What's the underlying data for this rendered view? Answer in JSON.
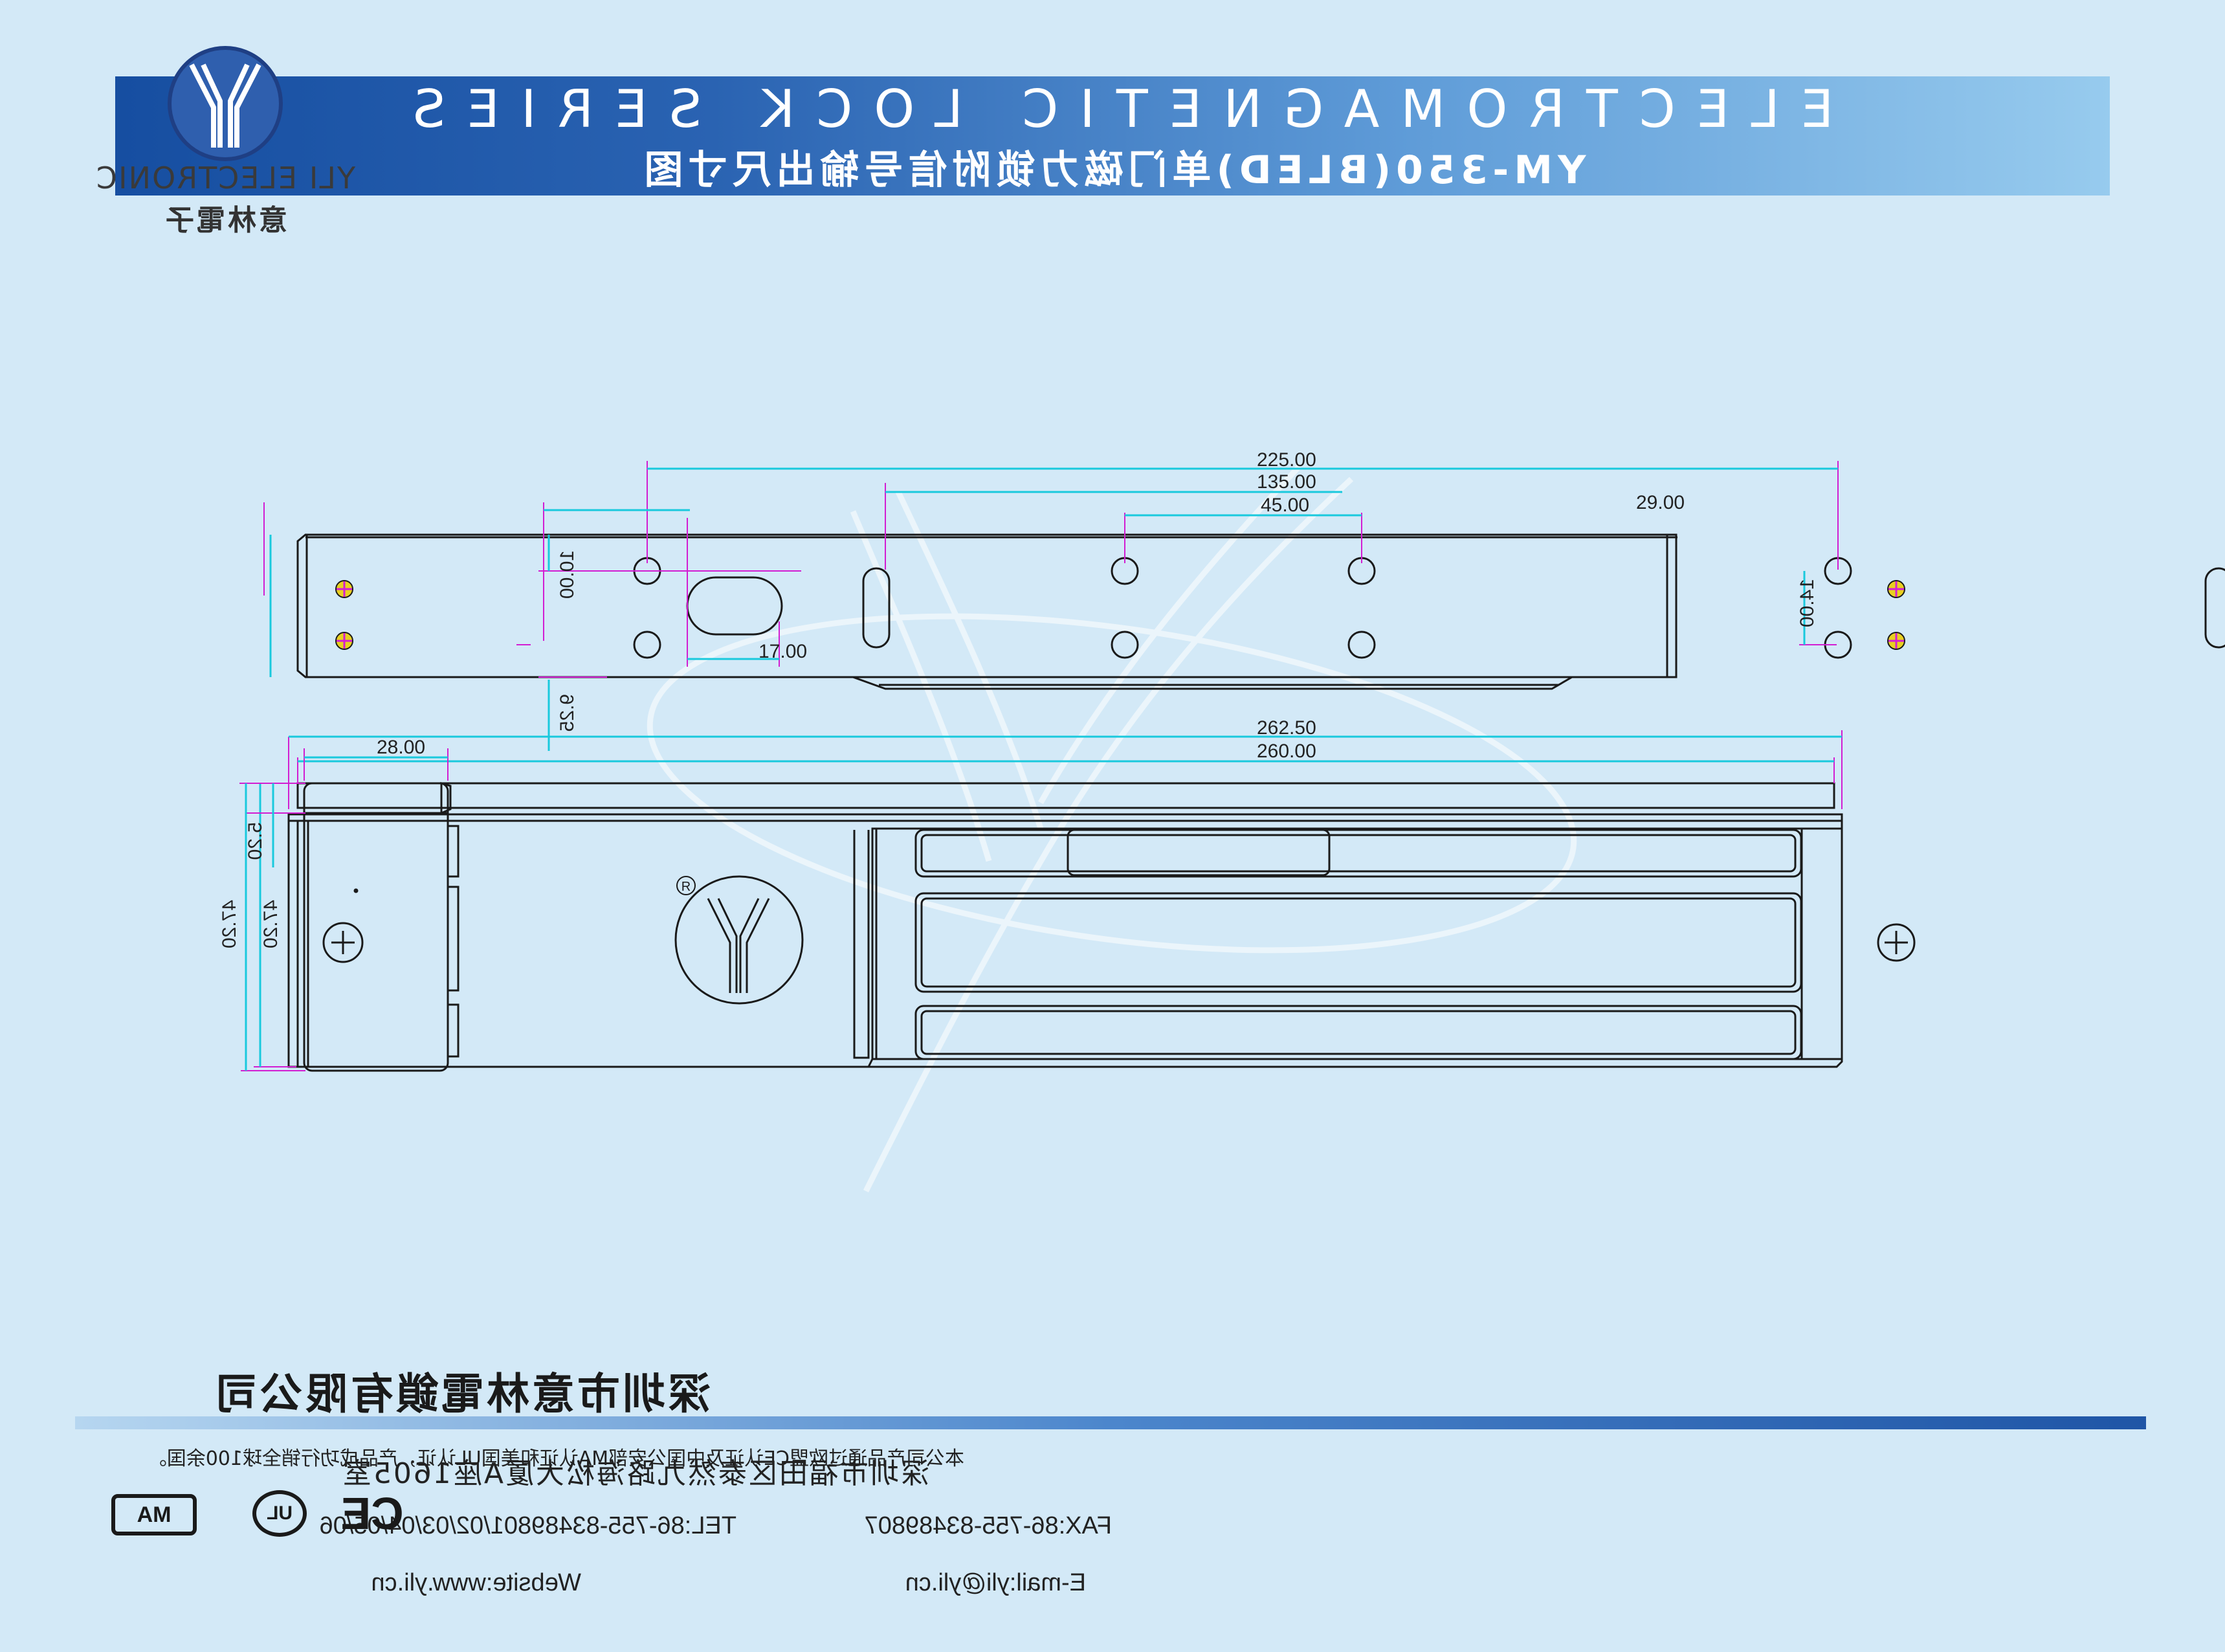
{
  "header": {
    "series_title": "ELECTROMAGNETIC LOCK SERIES",
    "drawing_title": "YM-350(BLED)单门磁力锁附信号输出尺寸图"
  },
  "brand": {
    "name_en": "YLI ELECTRONIC",
    "name_cn": "意林電子",
    "colors": {
      "logo_blue": "#2f5fae",
      "logo_dark": "#1f3f84"
    }
  },
  "drawing": {
    "top_view": {
      "dims": {
        "hole_span_outer": "225.00",
        "slot_span": "135.00",
        "hole_span_inner": "45.00",
        "end_hole_offset": "29.00",
        "top_edge_offset": "10.00",
        "hole_vertical_spacing": "14.00",
        "oval_width": "17.00",
        "lower_offset": "9.25"
      }
    },
    "front_view": {
      "dims": {
        "overall_length": "262.50",
        "body_length": "260.00",
        "height": "47.20"
      },
      "registered_mark": "R"
    },
    "side_view": {
      "dims": {
        "depth": "28.00",
        "cap_height": "5.20",
        "height": "47.20"
      }
    },
    "colors": {
      "outline": "#1a1a1a",
      "dimension": "#19c9dd",
      "extension": "#d21ed2",
      "marker": "#e8d020"
    }
  },
  "footer": {
    "company_name": "深圳市意林電鎖有限公司",
    "address": "深圳市福田区泰然九路海松大厦A座1605室",
    "tel": "TEL:86-755-83489801/02/03/04/05/06",
    "fax": "FAX:86-755-83489807",
    "website": "Website:www.yli.cn",
    "email": "E-mail:yli@yli.cn",
    "certification_note": "本公司产品通过欧盟CE认证及中国公安部MA认证和美国UL认证，产品成功行销全球100余国。",
    "cert_marks": {
      "ce": "CE",
      "ul": "UL",
      "cma": "MA"
    }
  }
}
